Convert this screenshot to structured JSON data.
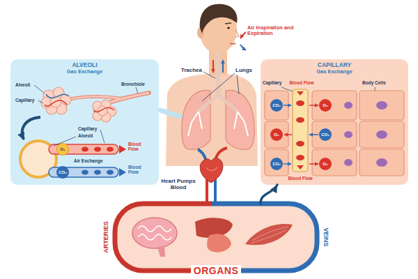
{
  "diagram": {
    "nodes": [
      {
        "text": [
          "ALVEOLI",
          "Gas Exchange"
        ]
      },
      {
        "text": [
          "CAPILLARY",
          "Gas Exchange"
        ]
      },
      {
        "text": [
          "ORGANS"
        ]
      }
    ],
    "edges": [
      {
        "from": 2,
        "to": 1,
        "arrow": "to"
      }
    ],
    "labels": [
      "Air Inspiration and Expiration",
      "Trachea",
      "Lungs",
      "Alveoli",
      "Bronchiole",
      "Capillary",
      "Capillary",
      "Alveoli",
      "Blood Flow",
      "O₂",
      "Air Exchange",
      "CO₂",
      "Blood Flow",
      "Capillary",
      "Blood Flow",
      "Body Cells",
      "CO₂",
      "O₂",
      "O₂",
      "CO₂",
      "CO₂",
      "O₂",
      "Blood Flow",
      "Heart Pumps Blood",
      "ARTERIES",
      "VEINS"
    ]
  }
}
